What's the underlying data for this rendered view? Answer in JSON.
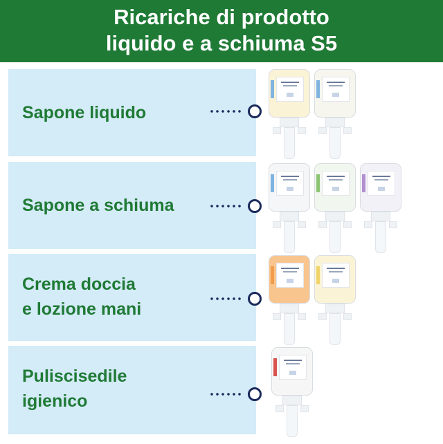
{
  "header": {
    "title_line1": "Ricariche di prodotto",
    "title_line2": "liquido e a schiuma S5"
  },
  "colors": {
    "header_bg": "#1f7a35",
    "label_green": "#1f7a35",
    "row_bg": "#d4ebf8",
    "connector": "#1a2a5c"
  },
  "categories": [
    {
      "label_lines": [
        "Sapone liquido"
      ],
      "products": [
        {
          "body": "#fbf3d6",
          "stripe": "#7fb3e0"
        },
        {
          "body": "#f6f6ee",
          "stripe": "#7fb3e0"
        }
      ]
    },
    {
      "label_lines": [
        "Sapone a schiuma"
      ],
      "products": [
        {
          "body": "#f5f6f8",
          "stripe": "#7fb3e0"
        },
        {
          "body": "#f1f6ef",
          "stripe": "#8bc472"
        },
        {
          "body": "#f3f1f8",
          "stripe": "#b18fd1"
        }
      ]
    },
    {
      "label_lines": [
        "Crema doccia",
        "e lozione mani"
      ],
      "products": [
        {
          "body": "#f9c58f",
          "stripe": "#f19d4a"
        },
        {
          "body": "#fbf3d6",
          "stripe": "#f0d36a"
        }
      ]
    },
    {
      "label_lines": [
        "Puliscisedile",
        "igienico"
      ],
      "products": [
        {
          "body": "#f6f6f6",
          "stripe": "#d9534f"
        }
      ]
    }
  ]
}
